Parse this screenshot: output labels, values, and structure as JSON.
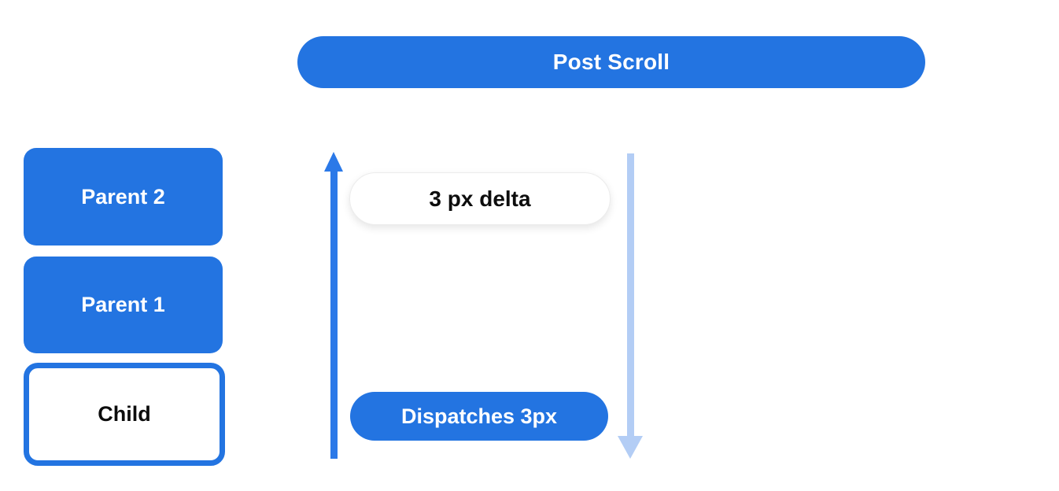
{
  "banner": {
    "label": "Post Scroll"
  },
  "hierarchy": {
    "items": [
      {
        "label": "Parent 2",
        "type": "parent"
      },
      {
        "label": "Parent 1",
        "type": "parent"
      },
      {
        "label": "Child",
        "type": "child"
      }
    ]
  },
  "flow": {
    "delta_label": "3 px delta",
    "dispatch_label": "Dispatches 3px",
    "up_arrow_icon": "arrow-up",
    "down_arrow_icon": "arrow-down"
  },
  "colors": {
    "primary_blue": "#2374e1",
    "up_arrow_blue": "#2b79e8",
    "light_blue": "#b3cdf5",
    "pill_white": "#ffffff",
    "text_dark": "#0d0d0d"
  }
}
